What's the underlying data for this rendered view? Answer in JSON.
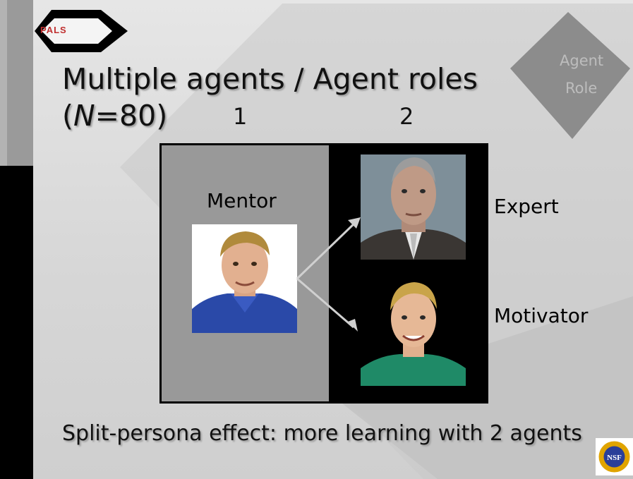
{
  "logo": {
    "text": "PALS"
  },
  "title": {
    "line1": "Multiple agents / Agent roles",
    "n_open": "(",
    "n_symbol": "N",
    "n_rest": "=80)"
  },
  "columns": {
    "col1": "1",
    "col2": "2"
  },
  "badge": {
    "line1": "Agent",
    "line2": "Role"
  },
  "roles": {
    "mentor": "Mentor",
    "expert": "Expert",
    "motivator": "Motivator"
  },
  "footer": {
    "text": "Split-persona effect: more learning with 2 agents"
  },
  "nsf_logo": {
    "text": "NSF"
  },
  "colors": {
    "panel_gray": "#999999",
    "diagram_bg": "#000000",
    "arrow": "#d0d0d0"
  }
}
